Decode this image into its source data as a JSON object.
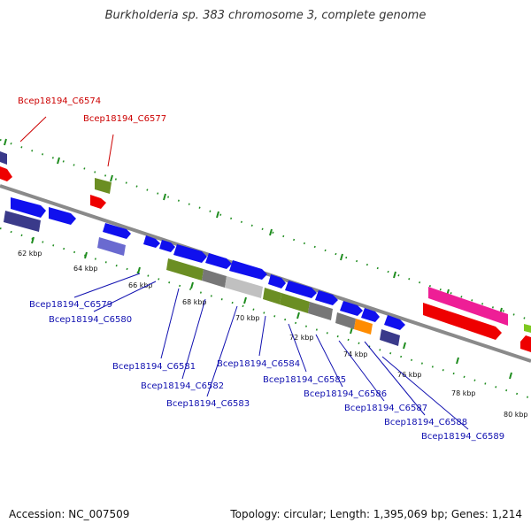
{
  "title": "Burkholderia sp. 383 chromosome 3, complete genome",
  "footer": {
    "accession": "Accession: NC_007509",
    "summary": "Topology: circular; Length: 1,395,069 bp; Genes: 1,214"
  },
  "colors": {
    "backbone": "#8a8a8a",
    "tick": "#1e8c1e",
    "label_red": "#cc0000",
    "label_blue": "#1010b0"
  },
  "kbp_ticks": [
    "62 kbp",
    "64 kbp",
    "66 kbp",
    "68 kbp",
    "70 kbp",
    "72 kbp",
    "74 kbp",
    "76 kbp",
    "78 kbp",
    "80 kbp"
  ],
  "top_labels": [
    "Bcep18194_C6574",
    "Bcep18194_C6577"
  ],
  "bottom_labels": [
    "Bcep18194_C6579",
    "Bcep18194_C6580",
    "Bcep18194_C6581",
    "Bcep18194_C6582",
    "Bcep18194_C6583",
    "Bcep18194_C6584",
    "Bcep18194_C6585",
    "Bcep18194_C6586",
    "Bcep18194_C6587",
    "Bcep18194_C6588",
    "Bcep18194_C6589"
  ]
}
